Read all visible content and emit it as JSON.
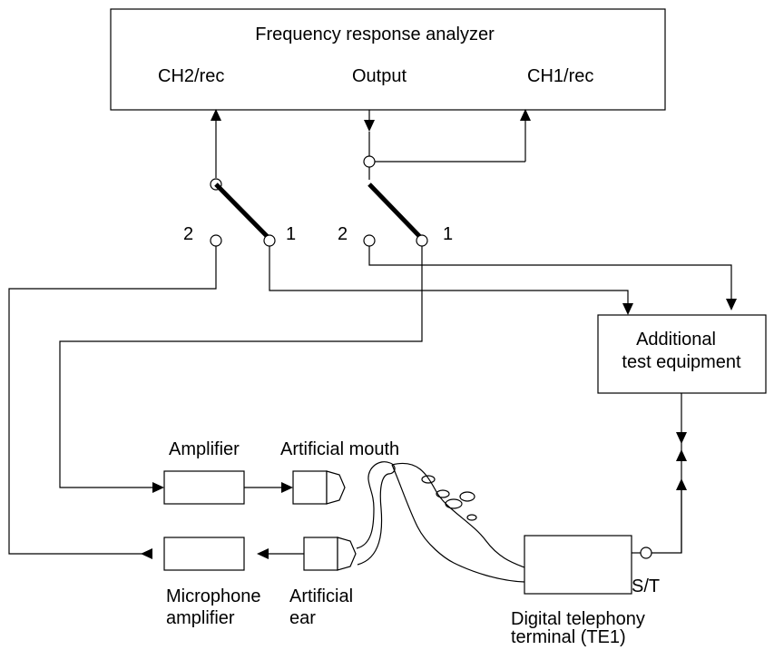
{
  "analyzer": {
    "title": "Frequency response analyzer",
    "ch2": "CH2/rec",
    "output": "Output",
    "ch1": "CH1/rec"
  },
  "switches": {
    "left": {
      "pos2": "2",
      "pos1": "1"
    },
    "right": {
      "pos2": "2",
      "pos1": "1"
    }
  },
  "additional_equipment": {
    "line1": "Additional",
    "line2": "test equipment"
  },
  "amplifier": "Amplifier",
  "artificial_mouth": "Artificial mouth",
  "microphone_amplifier": {
    "line1": "Microphone",
    "line2": "amplifier"
  },
  "artificial_ear": {
    "line1": "Artificial",
    "line2": "ear"
  },
  "terminal": {
    "line1": "Digital telephony",
    "line2": "terminal (TE1)"
  },
  "interface": "S/T"
}
